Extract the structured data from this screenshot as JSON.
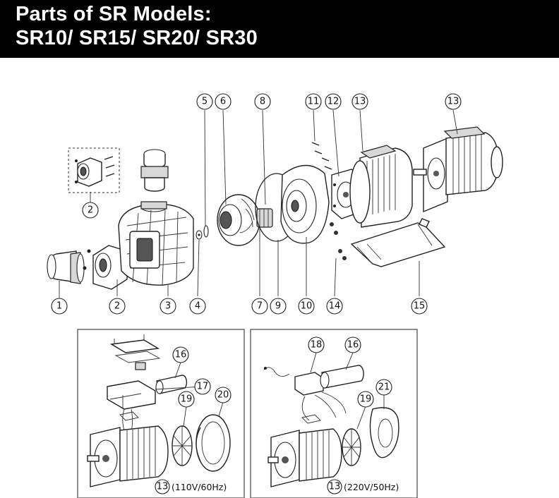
{
  "header": {
    "title_line1": "Parts of SR Models:",
    "title_line2": "SR10/ SR15/ SR20/ SR30"
  },
  "part_numbers": {
    "top_row": [
      "5",
      "6",
      "8",
      "11",
      "12",
      "13",
      "13"
    ],
    "bottom_row": [
      "1",
      "2",
      "3",
      "4",
      "7",
      "9",
      "10",
      "14",
      "15"
    ],
    "upper_left": "2",
    "left_panel": [
      "16",
      "17",
      "19",
      "20",
      "13"
    ],
    "right_panel": [
      "18",
      "16",
      "19",
      "21",
      "13"
    ]
  },
  "captions": {
    "left_panel": "(110V/60Hz)",
    "right_panel": "(220V/50Hz)"
  }
}
